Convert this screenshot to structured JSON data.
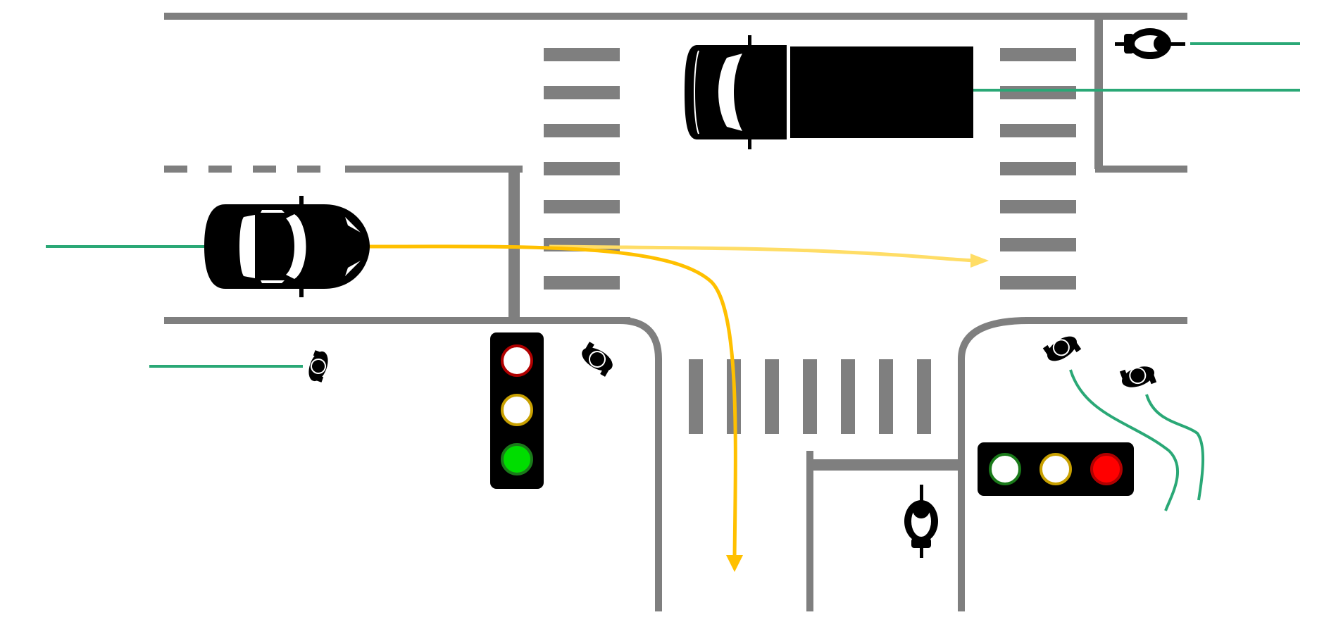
{
  "scene": {
    "type": "traffic-intersection-diagram",
    "colors": {
      "road_markings": "#7f7f7f",
      "vehicles": "#000000",
      "tracks": "#2aa876",
      "car_path": "#ffc000",
      "car_path_faded": "#ffdd66",
      "light_red": "#ff0000",
      "light_green": "#00dd00",
      "light_off": "#ffffff"
    }
  },
  "traffic_lights": [
    {
      "id": "left-vertical",
      "orientation": "vertical",
      "lamps": [
        {
          "color": "red",
          "state": "off"
        },
        {
          "color": "yellow",
          "state": "off"
        },
        {
          "color": "green",
          "state": "on"
        }
      ]
    },
    {
      "id": "right-horizontal",
      "orientation": "horizontal",
      "lamps": [
        {
          "color": "green",
          "state": "off"
        },
        {
          "color": "yellow",
          "state": "off"
        },
        {
          "color": "red",
          "state": "on"
        }
      ]
    }
  ],
  "agents": [
    {
      "kind": "car",
      "icon": "car-icon",
      "heading": "east"
    },
    {
      "kind": "truck",
      "icon": "truck-icon",
      "heading": "west"
    },
    {
      "kind": "cyclist",
      "icon": "cyclist-icon",
      "heading": "west"
    },
    {
      "kind": "cyclist",
      "icon": "cyclist-icon",
      "heading": "north"
    },
    {
      "kind": "pedestrian",
      "icon": "pedestrian-icon",
      "heading": "east"
    },
    {
      "kind": "pedestrian",
      "icon": "pedestrian-icon",
      "heading": "southwest"
    },
    {
      "kind": "pedestrian",
      "icon": "pedestrian-icon",
      "heading": "northwest"
    },
    {
      "kind": "pedestrian",
      "icon": "pedestrian-icon",
      "heading": "northwest"
    }
  ],
  "car_paths": [
    {
      "id": "turn-right",
      "direction": "right-turn"
    },
    {
      "id": "straight",
      "direction": "straight",
      "faded": true
    }
  ]
}
